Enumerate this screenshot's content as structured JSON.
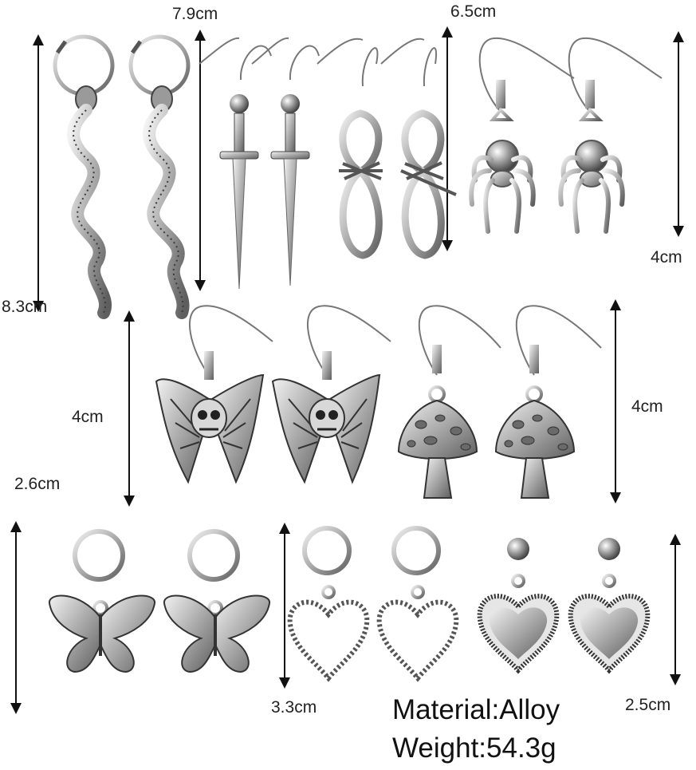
{
  "dimension_labels": {
    "snake_length": "8.3cm",
    "dagger_length": "7.9cm",
    "barbed_length": "6.5cm",
    "spider_length": "4cm",
    "skull_butterfly_length": "4cm",
    "mushroom_length": "4cm",
    "butterfly_length": "2.6cm",
    "heart_outline_length": "3.3cm",
    "heart_stud_length": "2.5cm"
  },
  "specs": {
    "material": "Material:Alloy",
    "weight": "Weight:54.3g"
  },
  "colors": {
    "silver": "#c9c9c9",
    "silver_dark": "#5f5f5f",
    "arrow": "#111111",
    "background": "#ffffff"
  }
}
